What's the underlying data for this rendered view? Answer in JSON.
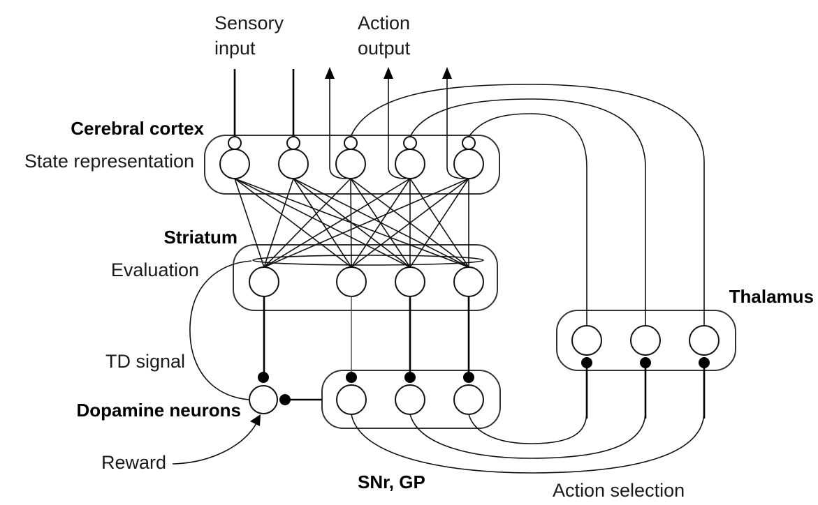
{
  "title": "Basal ganglia reinforcement learning circuit",
  "labels": {
    "sensory_input": [
      "Sensory",
      "input"
    ],
    "action_output": [
      "Action",
      "output"
    ],
    "cerebral_cortex": "Cerebral cortex",
    "state_representation": "State representation",
    "striatum": "Striatum",
    "evaluation": "Evaluation",
    "td_signal": "TD signal",
    "dopamine_neurons": "Dopamine neurons",
    "reward": "Reward",
    "snr_gp": "SNr, GP",
    "thalamus": "Thalamus",
    "action_selection": "Action selection"
  },
  "structure": {
    "cortex_neurons": 5,
    "sensory_inputs": 2,
    "action_outputs": 3,
    "striatum_neurons": 4,
    "snr_gp_neurons": 3,
    "thalamus_neurons": 3,
    "dopamine_neurons": 1,
    "synapse_type_inhibitory": "filled-circle",
    "synapse_type_excitatory": "open-circle"
  }
}
